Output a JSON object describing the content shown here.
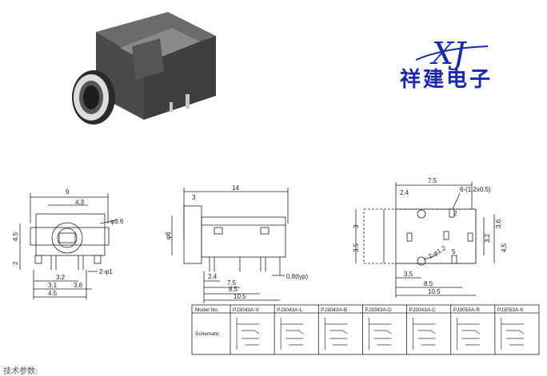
{
  "logo": {
    "mark": "XJ",
    "company": "祥建电子"
  },
  "front_view": {
    "width": "9",
    "inner_width": "4.3",
    "height": "4.5",
    "lower_height": "2",
    "hole_dia": "φ3.6",
    "pin_dia": "2-φ1",
    "d1": "3.2",
    "d2": "3.1",
    "d3": "3.6",
    "d4": "4.5"
  },
  "side_view": {
    "length": "14",
    "d3": "3",
    "dia6": "φ6",
    "d24": "2.4",
    "d75": "7.5",
    "d85": "8.5",
    "d105": "10.5",
    "pin": "0.8(typ)"
  },
  "bottom_view": {
    "d75": "7.5",
    "d24": "2.4",
    "holes": "6-(1.2x0.5)",
    "d3": "3",
    "d35": "3.5",
    "d32": "3.2",
    "d36": "3.6",
    "d45": "4.5",
    "d12": "2-φ1.2",
    "d35b": "3.5",
    "d85": "8.5",
    "d105": "10.5",
    "n2": "2",
    "n5": "5"
  },
  "table": {
    "header_label": "Model No.",
    "row_label": "Schematic",
    "models": [
      "PJ3043A-V",
      "PJ3043A-L",
      "PJ3043A-B",
      "PJ3043A-D",
      "PJ3043A-C",
      "PJ3053A-R",
      "PJ3053A-K"
    ]
  },
  "footer": "技术参数:"
}
